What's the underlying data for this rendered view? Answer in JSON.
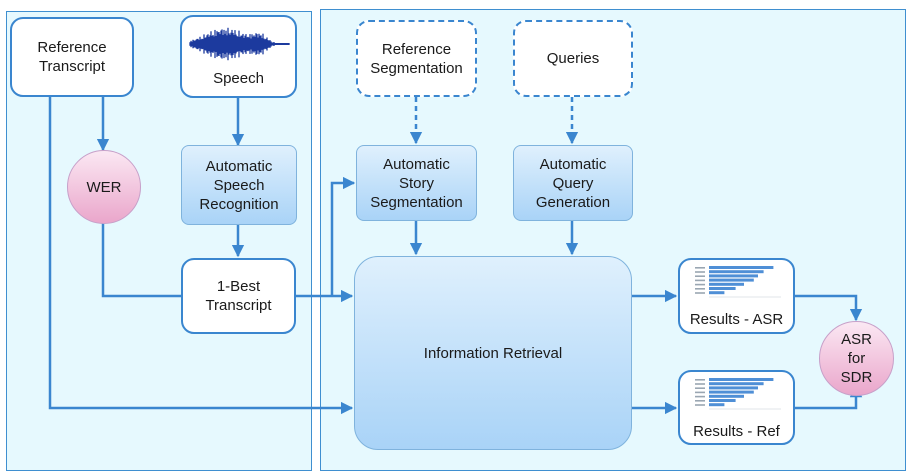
{
  "nodes": {
    "reference_transcript": "Reference\nTranscript",
    "speech": "Speech",
    "wer": "WER",
    "asr": "Automatic\nSpeech\nRecognition",
    "one_best": "1-Best\nTranscript",
    "reference_segmentation": "Reference\nSegmentation",
    "queries": "Queries",
    "story_segmentation": "Automatic\nStory\nSegmentation",
    "query_generation": "Automatic\nQuery\nGeneration",
    "information_retrieval": "Information Retrieval",
    "results_asr": "Results - ASR",
    "results_ref": "Results - Ref",
    "asr_for_sdr": "ASR\nfor\nSDR"
  },
  "colors": {
    "panel_bg": "#e6f9fe",
    "border_blue": "#3a86cf",
    "arrow_blue": "#3a86cf",
    "pink_node": "#eaa6cb"
  },
  "icons": {
    "waveform": "speech-waveform-icon"
  }
}
